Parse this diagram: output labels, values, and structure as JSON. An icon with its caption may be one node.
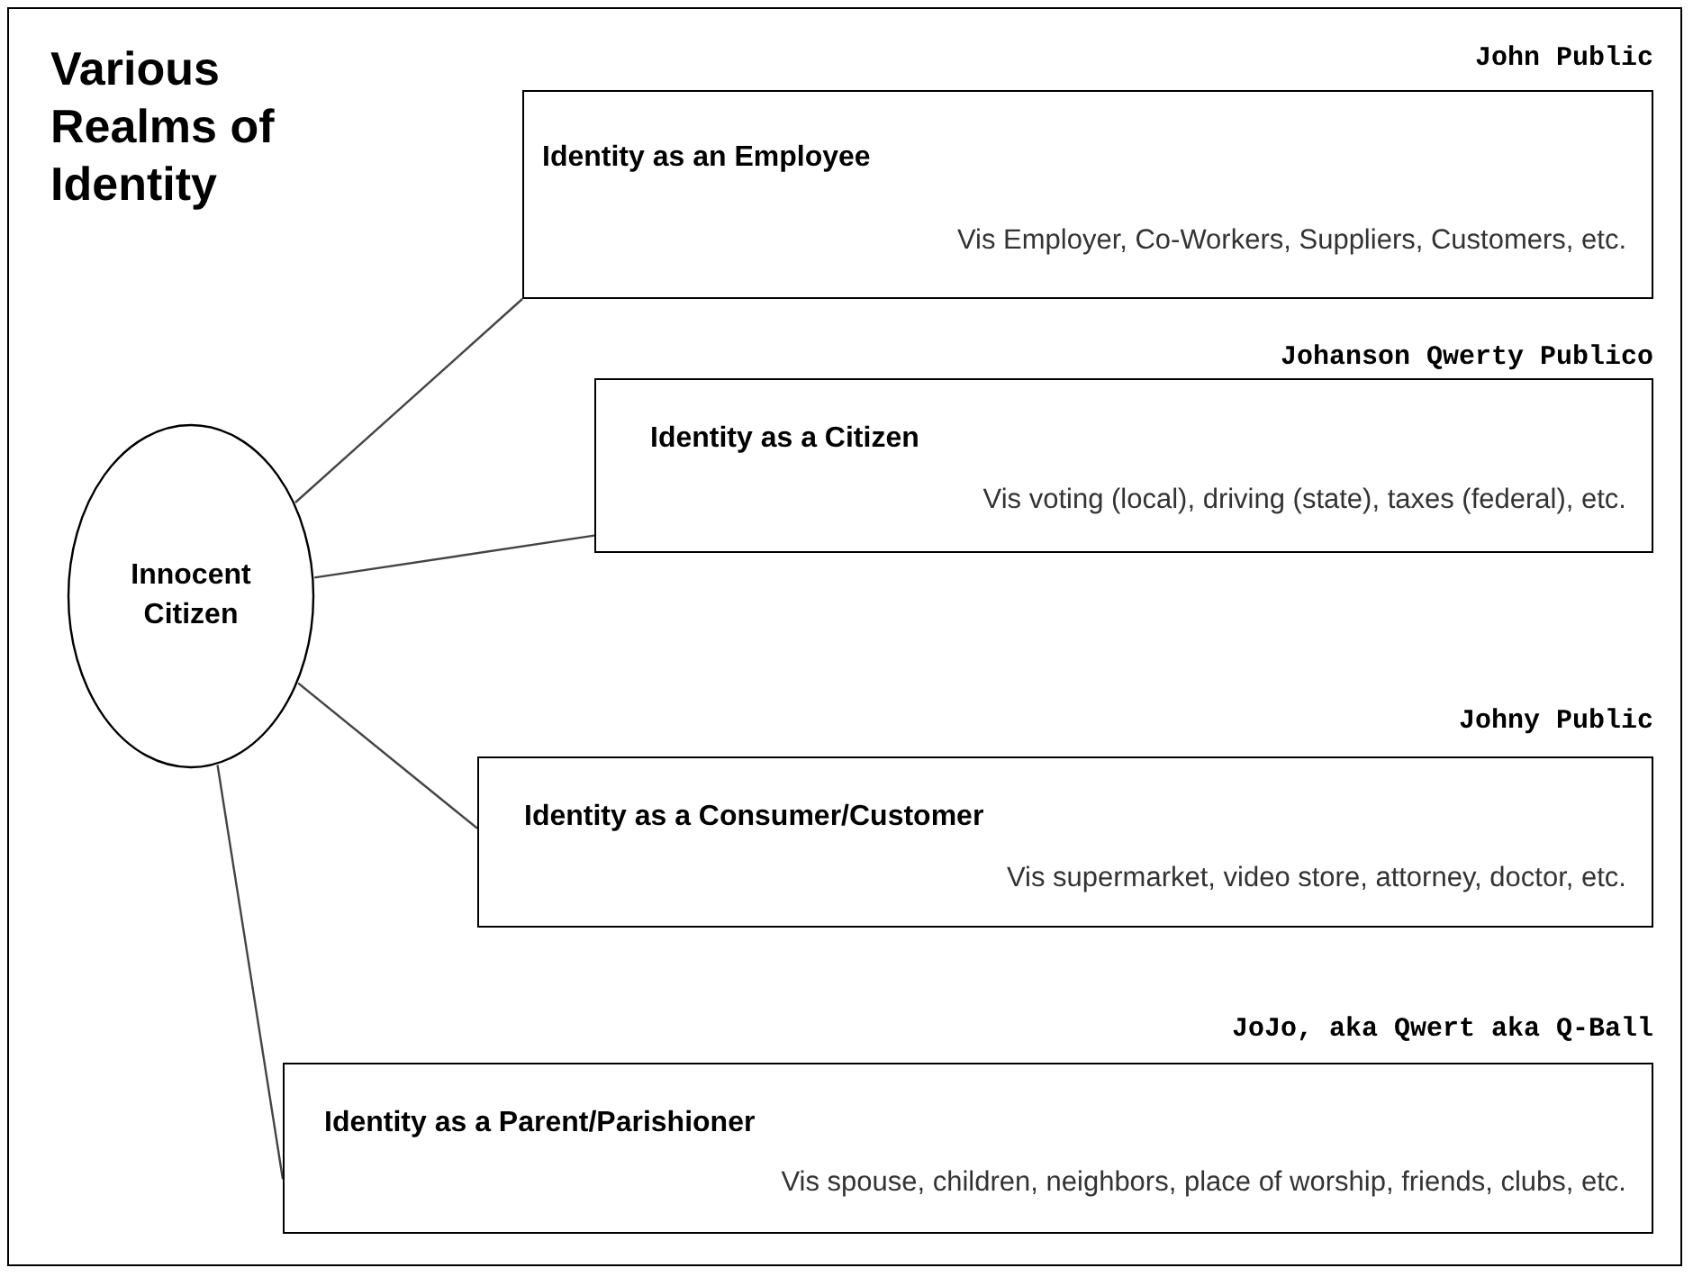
{
  "diagram": {
    "title": "Various Realms of Identity",
    "nodes": [
      {
        "text": [
          "Innocent Citizen"
        ]
      },
      {
        "text": [
          "Identity as an Employee",
          "Vis Employer, Co-Workers, Suppliers, Customers, etc."
        ],
        "beside": [
          "John Public"
        ]
      },
      {
        "text": [
          "Identity as a Citizen",
          "Vis voting (local), driving (state), taxes (federal), etc."
        ],
        "beside": [
          "Johanson Qwerty Publico"
        ]
      },
      {
        "text": [
          "Identity as a Consumer/Customer",
          "Vis supermarket, video store, attorney, doctor, etc."
        ],
        "beside": [
          "Johny Public"
        ]
      },
      {
        "text": [
          "Identity as a Parent/Parishioner",
          "Vis spouse, children, neighbors, place of worship, friends, clubs, etc."
        ],
        "beside": [
          "JoJo, aka Qwert aka Q-Ball"
        ]
      }
    ],
    "edges": [
      {
        "from": 0,
        "to": 1,
        "arrow": "none"
      },
      {
        "from": 0,
        "to": 2,
        "arrow": "none"
      },
      {
        "from": 0,
        "to": 3,
        "arrow": "none"
      },
      {
        "from": 0,
        "to": 4,
        "arrow": "none"
      }
    ]
  }
}
